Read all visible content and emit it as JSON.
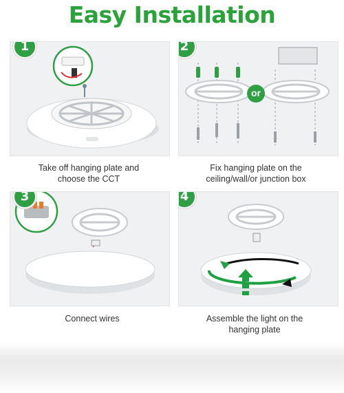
{
  "title": "Easy Installation",
  "steps": [
    {
      "number": "1",
      "caption_line1": "Take off hanging plate and",
      "caption_line2": "choose the CCT"
    },
    {
      "number": "2",
      "caption_line1": "Fix hanging plate on the",
      "caption_line2": "ceiling/wall/or junction box",
      "connector": "or"
    },
    {
      "number": "3",
      "caption_line1": "Connect wires",
      "caption_line2": ""
    },
    {
      "number": "4",
      "caption_line1": "Assemble the light on the",
      "caption_line2": "hanging plate"
    }
  ],
  "colors": {
    "accent": "#2aa33a",
    "badge": "#2ea043",
    "panel": "#f0f1f2"
  }
}
